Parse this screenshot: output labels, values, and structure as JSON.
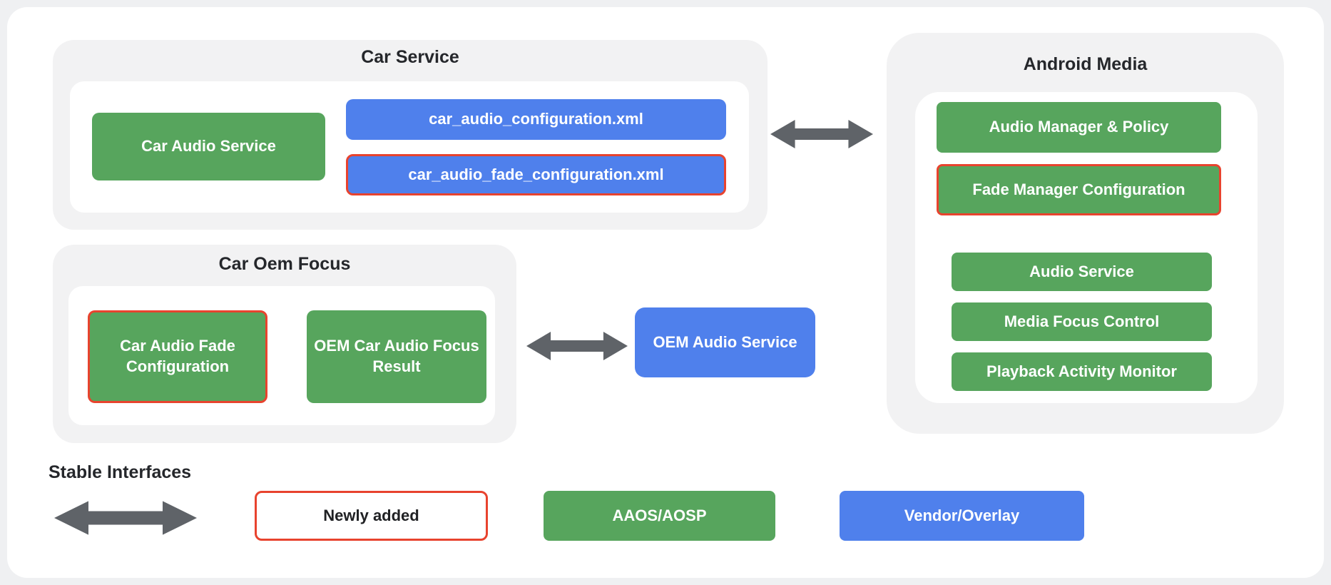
{
  "colors": {
    "aaos_green": "#57a55d",
    "vendor_blue": "#4f80ec",
    "newly_added_red": "#e8432e",
    "arrow_gray": "#5f6368",
    "panel_gray": "#f2f2f3"
  },
  "panels": {
    "car_service": {
      "title": "Car Service",
      "car_audio_service": "Car Audio Service",
      "config_xml": "car_audio_configuration.xml",
      "fade_config_xml": "car_audio_fade_configuration.xml"
    },
    "android_media": {
      "title": "Android Media",
      "audio_manager_policy": "Audio Manager & Policy",
      "fade_manager_configuration": "Fade Manager Configuration",
      "audio_service": "Audio Service",
      "media_focus_control": "Media Focus Control",
      "playback_activity_monitor": "Playback Activity Monitor"
    },
    "car_oem_focus": {
      "title": "Car Oem Focus",
      "car_audio_fade_configuration": "Car Audio Fade Configuration",
      "oem_car_audio_focus_result": "OEM Car Audio Focus Result"
    }
  },
  "nodes": {
    "oem_audio_service": "OEM Audio Service"
  },
  "legend": {
    "stable_interfaces": "Stable Interfaces",
    "newly_added": "Newly added",
    "aaos_aosp": "AAOS/AOSP",
    "vendor_overlay": "Vendor/Overlay"
  }
}
